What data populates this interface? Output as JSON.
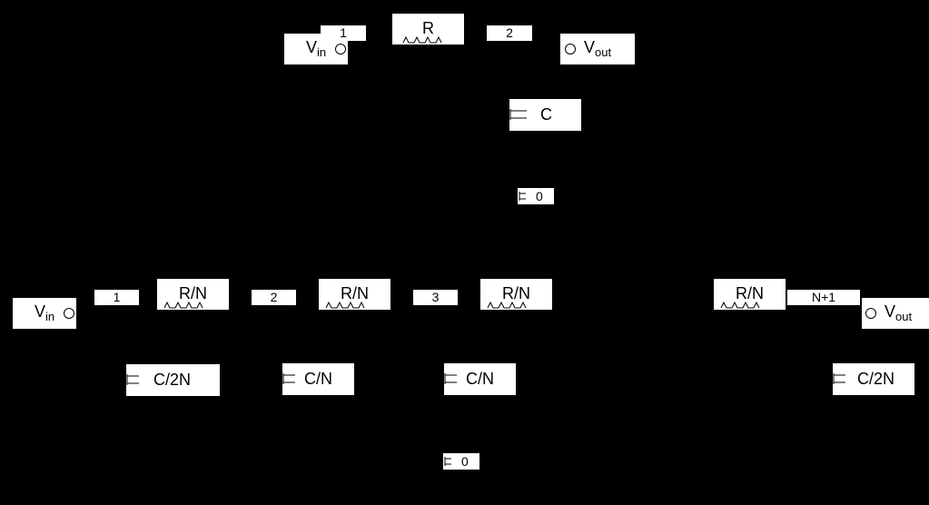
{
  "top": {
    "vin": {
      "main": "V",
      "sub": "in"
    },
    "vout": {
      "main": "V",
      "sub": "out"
    },
    "node1": "1",
    "node2": "2",
    "resistor": "R",
    "capacitor": "C",
    "ground": "0"
  },
  "bottom": {
    "vin": {
      "main": "V",
      "sub": "in"
    },
    "vout": {
      "main": "V",
      "sub": "out"
    },
    "node1": "1",
    "node2": "2",
    "node3": "3",
    "node_last": "N+1",
    "resistors": [
      "R/N",
      "R/N",
      "R/N",
      "R/N"
    ],
    "capacitors": [
      "C/2N",
      "C/N",
      "C/N",
      "C/2N"
    ],
    "ground": "0"
  }
}
